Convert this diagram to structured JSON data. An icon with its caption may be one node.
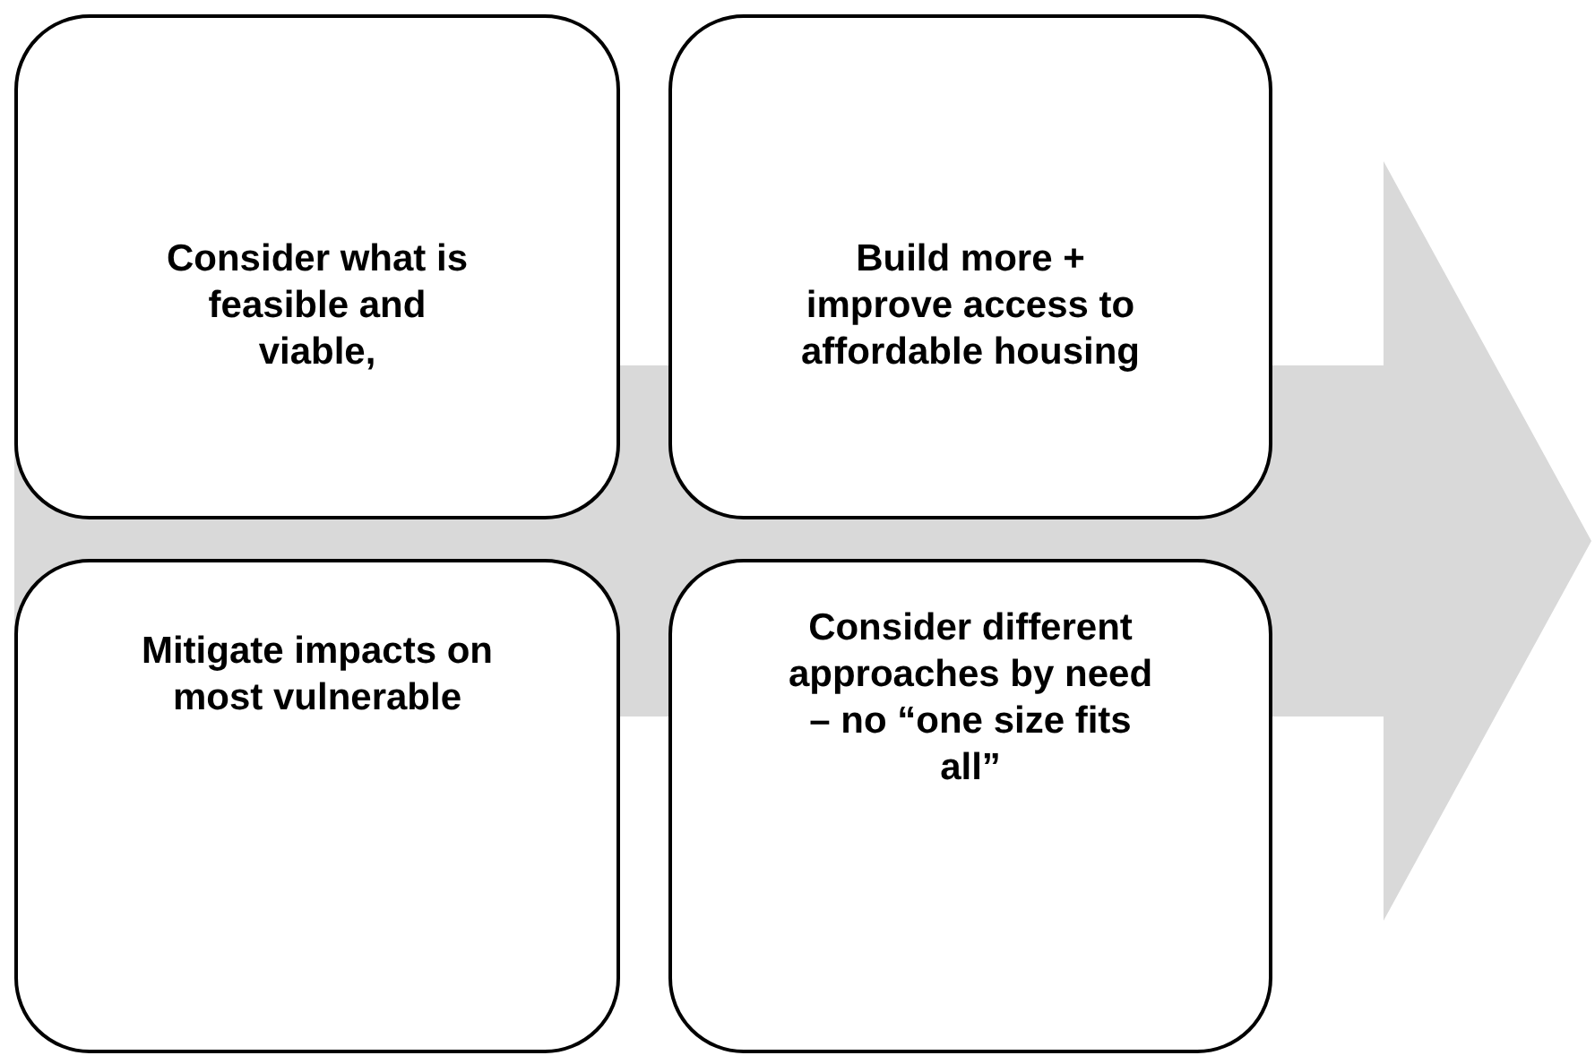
{
  "diagram": {
    "nodes": [
      {
        "text": [
          "Consider what is feasible and viable,"
        ]
      },
      {
        "text": [
          "Build more + improve access to affordable housing"
        ]
      },
      {
        "text": [
          "Mitigate impacts on most vulnerable"
        ]
      },
      {
        "text": [
          "Consider different approaches by need – no “one size fits all”"
        ]
      },
      {
        "text": [],
        "shape": "arrow"
      }
    ]
  }
}
